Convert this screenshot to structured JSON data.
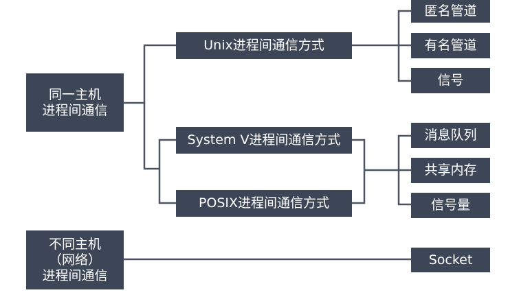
{
  "root_local": {
    "lines": [
      "同一主机",
      "进程间通信"
    ]
  },
  "root_network": {
    "lines": [
      "不同主机",
      "（网络）",
      "进程间通信"
    ]
  },
  "categories": {
    "unix": "Unix进程间通信方式",
    "system_v": "System V进程间通信方式",
    "posix": "POSIX进程间通信方式"
  },
  "unix_methods": [
    "匿名管道",
    "有名管道",
    "信号"
  ],
  "sysv_posix_methods": [
    "消息队列",
    "共享内存",
    "信号量"
  ],
  "network_method": "Socket",
  "colors": {
    "box_fill": "#3d4656",
    "box_text": "#ffffff",
    "connector": "#4d5563"
  }
}
